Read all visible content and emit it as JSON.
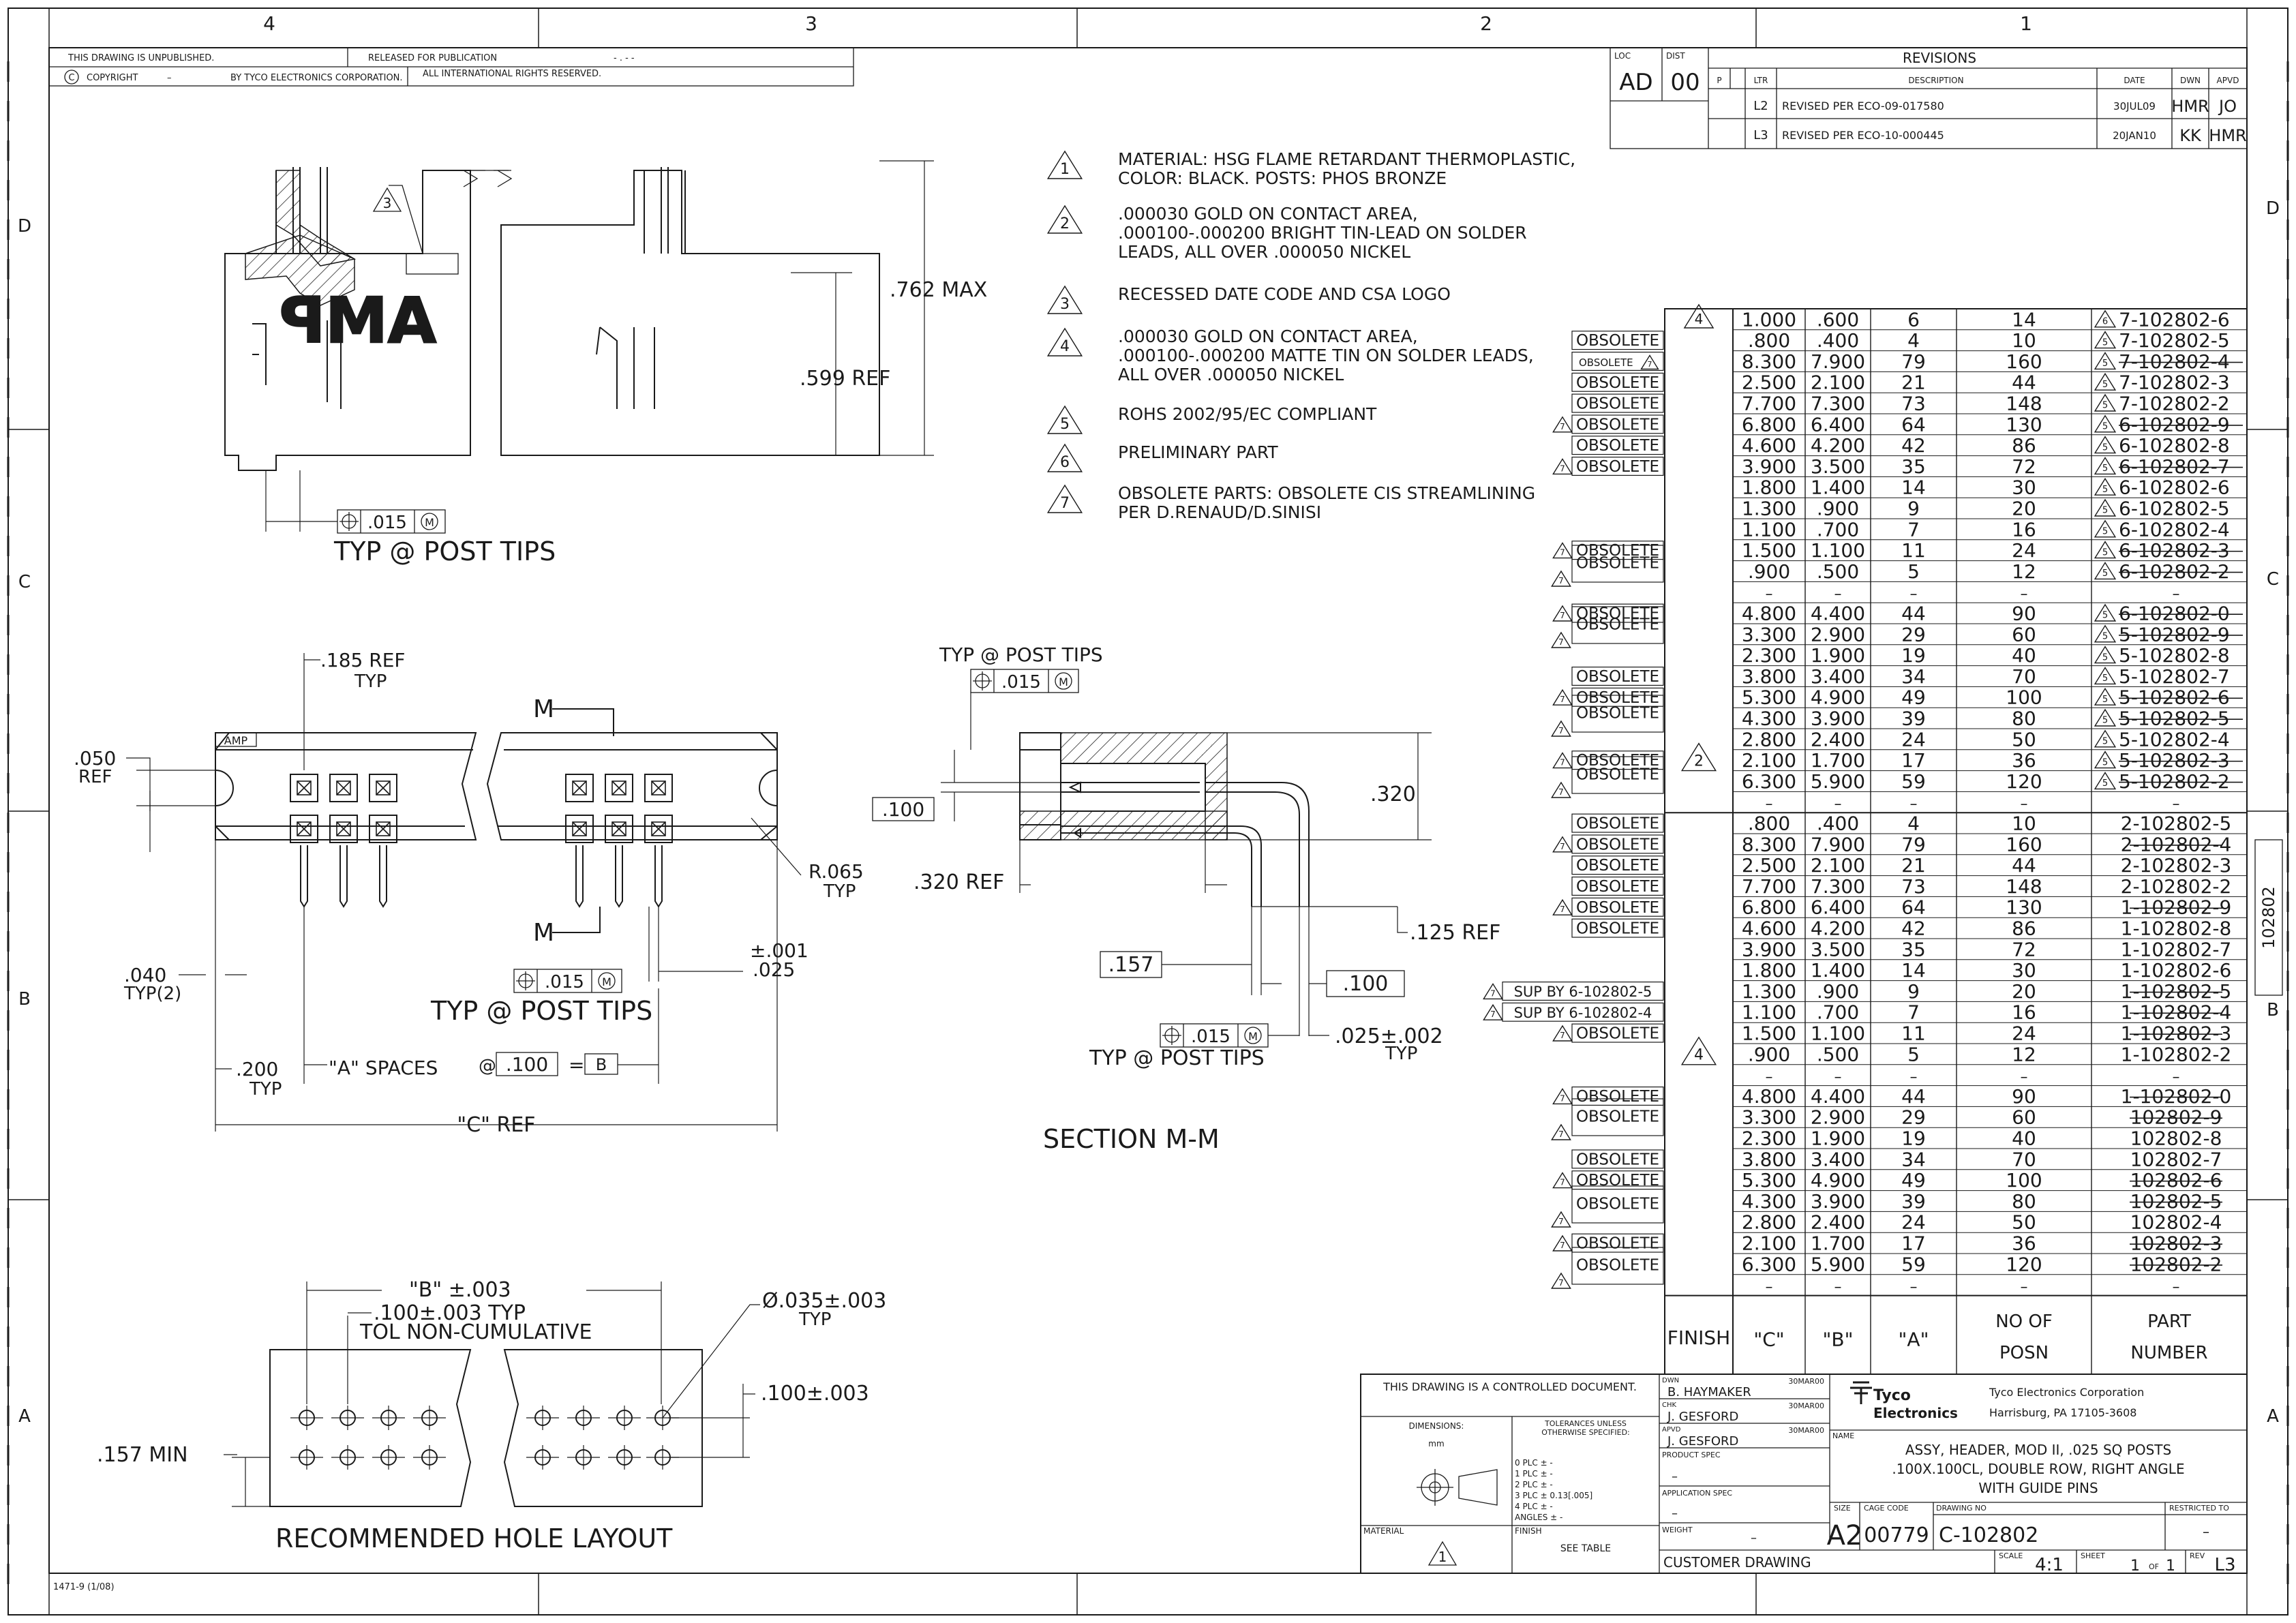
{
  "border": {
    "zones_top": [
      "4",
      "3",
      "2",
      "1"
    ],
    "zones_side": [
      "D",
      "C",
      "B",
      "A"
    ]
  },
  "header": {
    "unpublished": "THIS DRAWING IS UNPUBLISHED.",
    "released": "RELEASED FOR PUBLICATION",
    "released_value": "- . -  -",
    "copyright": "COPYRIGHT",
    "copyright_dash": "–",
    "by": "BY TYCO ELECTRONICS CORPORATION.",
    "rights": "ALL INTERNATIONAL RIGHTS RESERVED.",
    "copyright_symbol": "C"
  },
  "revisions": {
    "loc_label": "LOC",
    "loc": "AD",
    "dist_label": "DIST",
    "dist": "00",
    "title": "REVISIONS",
    "p_label": "P",
    "ltr_label": "LTR",
    "desc_label": "DESCRIPTION",
    "date_label": "DATE",
    "dwn_label": "DWN",
    "apvd_label": "APVD",
    "rows": [
      {
        "ltr": "L2",
        "desc": "REVISED PER ECO-09-017580",
        "date": "30JUL09",
        "dwn": "HMR",
        "apvd": "JO"
      },
      {
        "ltr": "L3",
        "desc": "REVISED PER ECO-10-000445",
        "date": "20JAN10",
        "dwn": "KK",
        "apvd": "HMR"
      }
    ]
  },
  "notes": [
    {
      "num": "1",
      "lines": [
        "MATERIAL: HSG FLAME RETARDANT THERMOPLASTIC,",
        "COLOR: BLACK. POSTS: PHOS BRONZE"
      ]
    },
    {
      "num": "2",
      "lines": [
        ".000030 GOLD ON CONTACT AREA,",
        ".000100-.000200 BRIGHT TIN-LEAD ON SOLDER",
        "LEADS, ALL OVER .000050 NICKEL"
      ]
    },
    {
      "num": "3",
      "lines": [
        "RECESSED DATE CODE AND CSA LOGO"
      ]
    },
    {
      "num": "4",
      "lines": [
        ".000030 GOLD ON CONTACT AREA,",
        ".000100-.000200 MATTE TIN ON SOLDER LEADS,",
        "ALL OVER .000050 NICKEL"
      ]
    },
    {
      "num": "5",
      "lines": [
        "ROHS 2002/95/EC COMPLIANT"
      ]
    },
    {
      "num": "6",
      "lines": [
        "PRELIMINARY PART"
      ]
    },
    {
      "num": "7",
      "lines": [
        "OBSOLETE PARTS: OBSOLETE CIS STREAMLINING",
        "PER D.RENAUD/D.SINISI"
      ]
    }
  ],
  "views": {
    "logo": "AMP",
    "tol_015": ".015",
    "m_symbol": "M",
    "typ_post_tips": "TYP @ POST TIPS",
    "dim_762": ".762 MAX",
    "dim_599": ".599 REF",
    "dim_185": ".185 REF",
    "typ": "TYP",
    "dim_050": ".050",
    "ref": "REF",
    "dim_r065": "R.065",
    "dim_040": ".040",
    "typ2": "TYP(2)",
    "dim_001": "±.001",
    "dim_025": ".025",
    "dim_200": ".200",
    "a_spaces": "\"A\" SPACES",
    "at": "@",
    "dim_100": ".100",
    "equals": "=",
    "b_box": "B",
    "c_ref": "\"C\" REF",
    "m_label": "M",
    "dim_100box": ".100",
    "dim_320": ".320",
    "dim_320ref": ".320 REF",
    "dim_125ref": ".125 REF",
    "dim_157box": ".157",
    "dim_100b": ".100",
    "dim_025_002": ".025±.002",
    "section": "SECTION M-M",
    "b_003": "\"B\"  ±.003",
    "dim_100_003_typ": ".100±.003 TYP",
    "tol_noncum": "TOL NON-CUMULATIVE",
    "dia_035": "Ø.035±.003",
    "dim_100_003": ".100±.003",
    "dim_157min": ".157 MIN",
    "recommended": "RECOMMENDED HOLE LAYOUT"
  },
  "table": {
    "obsolete": "OBSOLETE",
    "dash": "–",
    "flag_4": "4",
    "flag_2": "2",
    "flag_5": "5",
    "flag_6": "6",
    "flag_7": "7",
    "headers": {
      "finish": "FINISH",
      "c": "\"C\"",
      "b": "\"B\"",
      "a": "\"A\"",
      "posn": "NO OF\nPOSN",
      "part": "PART\nNUMBER"
    },
    "group1": [
      {
        "c": "1.000",
        "b": ".600",
        "a": "6",
        "n": "14",
        "part": "7-102802-6",
        "flag": "6",
        "strike": false,
        "side": ""
      },
      {
        "c": ".800",
        "b": ".400",
        "a": "4",
        "n": "10",
        "part": "7-102802-5",
        "flag": "5",
        "strike": false,
        "side": "OBSOLETE"
      },
      {
        "c": "8.300",
        "b": "7.900",
        "a": "79",
        "n": "160",
        "part": "7-102802-4",
        "flag": "5",
        "strike": true,
        "side": "OBSOLETE 7"
      },
      {
        "c": "2.500",
        "b": "2.100",
        "a": "21",
        "n": "44",
        "part": "7-102802-3",
        "flag": "5",
        "strike": false,
        "side": "OBSOLETE"
      },
      {
        "c": "7.700",
        "b": "7.300",
        "a": "73",
        "n": "148",
        "part": "7-102802-2",
        "flag": "5",
        "strike": false,
        "side": "OBSOLETE"
      },
      {
        "c": "6.800",
        "b": "6.400",
        "a": "64",
        "n": "130",
        "part": "6-102802-9",
        "flag": "5",
        "strike": true,
        "side": "7OBSOLETE"
      },
      {
        "c": "4.600",
        "b": "4.200",
        "a": "42",
        "n": "86",
        "part": "6-102802-8",
        "flag": "5",
        "strike": false,
        "side": "OBSOLETE"
      },
      {
        "c": "3.900",
        "b": "3.500",
        "a": "35",
        "n": "72",
        "part": "6-102802-7",
        "flag": "5",
        "strike": true,
        "side": "7OBSOLETE"
      },
      {
        "c": "1.800",
        "b": "1.400",
        "a": "14",
        "n": "30",
        "part": "6-102802-6",
        "flag": "5",
        "strike": false,
        "side": ""
      },
      {
        "c": "1.300",
        "b": ".900",
        "a": "9",
        "n": "20",
        "part": "6-102802-5",
        "flag": "5",
        "strike": false,
        "side": ""
      },
      {
        "c": "1.100",
        "b": ".700",
        "a": "7",
        "n": "16",
        "part": "6-102802-4",
        "flag": "5",
        "strike": false,
        "side": ""
      },
      {
        "c": "1.500",
        "b": "1.100",
        "a": "11",
        "n": "24",
        "part": "6-102802-3",
        "flag": "5",
        "strike": true,
        "side": "7OBSOLETE"
      },
      {
        "c": ".900",
        "b": ".500",
        "a": "5",
        "n": "12",
        "part": "6-102802-2",
        "flag": "5",
        "strike": true,
        "side": ""
      },
      {
        "c": "–",
        "b": "–",
        "a": "–",
        "n": "–",
        "part": "–",
        "flag": "",
        "strike": false,
        "side": ""
      },
      {
        "c": "4.800",
        "b": "4.400",
        "a": "44",
        "n": "90",
        "part": "6-102802-0",
        "flag": "5",
        "strike": true,
        "side": "7OBSOLETE"
      },
      {
        "c": "3.300",
        "b": "2.900",
        "a": "29",
        "n": "60",
        "part": "5-102802-9",
        "flag": "5",
        "strike": true,
        "side": ""
      },
      {
        "c": "2.300",
        "b": "1.900",
        "a": "19",
        "n": "40",
        "part": "5-102802-8",
        "flag": "5",
        "strike": false,
        "side": ""
      },
      {
        "c": "3.800",
        "b": "3.400",
        "a": "34",
        "n": "70",
        "part": "5-102802-7",
        "flag": "5",
        "strike": false,
        "side": "OBSOLETE"
      },
      {
        "c": "5.300",
        "b": "4.900",
        "a": "49",
        "n": "100",
        "part": "5-102802-6",
        "flag": "5",
        "strike": true,
        "side": "7OBSOLETE"
      },
      {
        "c": "4.300",
        "b": "3.900",
        "a": "39",
        "n": "80",
        "part": "5-102802-5",
        "flag": "5",
        "strike": true,
        "side": ""
      },
      {
        "c": "2.800",
        "b": "2.400",
        "a": "24",
        "n": "50",
        "part": "5-102802-4",
        "flag": "5",
        "strike": false,
        "side": ""
      },
      {
        "c": "2.100",
        "b": "1.700",
        "a": "17",
        "n": "36",
        "part": "5-102802-3",
        "flag": "5",
        "strike": true,
        "side": "7OBSOLETE"
      },
      {
        "c": "6.300",
        "b": "5.900",
        "a": "59",
        "n": "120",
        "part": "5-102802-2",
        "flag": "5",
        "strike": true,
        "side": ""
      },
      {
        "c": "–",
        "b": "–",
        "a": "–",
        "n": "–",
        "part": "–",
        "flag": "",
        "strike": false,
        "side": ""
      }
    ],
    "group2": [
      {
        "c": ".800",
        "b": ".400",
        "a": "4",
        "n": "10",
        "part": "2-102802-5",
        "strike": false,
        "side": "OBSOLETE"
      },
      {
        "c": "8.300",
        "b": "7.900",
        "a": "79",
        "n": "160",
        "part": "2-102802-4",
        "strike": true,
        "side": "7OBSOLETE"
      },
      {
        "c": "2.500",
        "b": "2.100",
        "a": "21",
        "n": "44",
        "part": "2-102802-3",
        "strike": false,
        "side": "OBSOLETE"
      },
      {
        "c": "7.700",
        "b": "7.300",
        "a": "73",
        "n": "148",
        "part": "2-102802-2",
        "strike": false,
        "side": "OBSOLETE"
      },
      {
        "c": "6.800",
        "b": "6.400",
        "a": "64",
        "n": "130",
        "part": "1-102802-9",
        "strike": true,
        "side": "7OBSOLETE"
      },
      {
        "c": "4.600",
        "b": "4.200",
        "a": "42",
        "n": "86",
        "part": "1-102802-8",
        "strike": false,
        "side": "OBSOLETE"
      },
      {
        "c": "3.900",
        "b": "3.500",
        "a": "35",
        "n": "72",
        "part": "1-102802-7",
        "strike": false,
        "side": ""
      },
      {
        "c": "1.800",
        "b": "1.400",
        "a": "14",
        "n": "30",
        "part": "1-102802-6",
        "strike": false,
        "side": ""
      },
      {
        "c": "1.300",
        "b": ".900",
        "a": "9",
        "n": "20",
        "part": "1-102802-5",
        "strike": true,
        "side": "7SUP BY 6-102802-5"
      },
      {
        "c": "1.100",
        "b": ".700",
        "a": "7",
        "n": "16",
        "part": "1-102802-4",
        "strike": true,
        "side": "7SUP BY 6-102802-4"
      },
      {
        "c": "1.500",
        "b": "1.100",
        "a": "11",
        "n": "24",
        "part": "1-102802-3",
        "strike": true,
        "side": "7OBSOLETE"
      },
      {
        "c": ".900",
        "b": ".500",
        "a": "5",
        "n": "12",
        "part": "1-102802-2",
        "strike": false,
        "side": ""
      },
      {
        "c": "–",
        "b": "–",
        "a": "–",
        "n": "–",
        "part": "–",
        "strike": false,
        "side": ""
      },
      {
        "c": "4.800",
        "b": "4.400",
        "a": "44",
        "n": "90",
        "part": "1-102802-0",
        "strike": true,
        "side": "7OBSOLETE"
      },
      {
        "c": "3.300",
        "b": "2.900",
        "a": "29",
        "n": "60",
        "part": "102802-9",
        "strike": true,
        "side": ""
      },
      {
        "c": "2.300",
        "b": "1.900",
        "a": "19",
        "n": "40",
        "part": "102802-8",
        "strike": false,
        "side": ""
      },
      {
        "c": "3.800",
        "b": "3.400",
        "a": "34",
        "n": "70",
        "part": "102802-7",
        "strike": false,
        "side": "OBSOLETE"
      },
      {
        "c": "5.300",
        "b": "4.900",
        "a": "49",
        "n": "100",
        "part": "102802-6",
        "strike": true,
        "side": "7OBSOLETE"
      },
      {
        "c": "4.300",
        "b": "3.900",
        "a": "39",
        "n": "80",
        "part": "102802-5",
        "strike": true,
        "side": ""
      },
      {
        "c": "2.800",
        "b": "2.400",
        "a": "24",
        "n": "50",
        "part": "102802-4",
        "strike": false,
        "side": ""
      },
      {
        "c": "2.100",
        "b": "1.700",
        "a": "17",
        "n": "36",
        "part": "102802-3",
        "strike": true,
        "side": "7OBSOLETE"
      },
      {
        "c": "6.300",
        "b": "5.900",
        "a": "59",
        "n": "120",
        "part": "102802-2",
        "strike": true,
        "side": ""
      },
      {
        "c": "–",
        "b": "–",
        "a": "–",
        "n": "–",
        "part": "–",
        "strike": false,
        "side": ""
      }
    ]
  },
  "title_block": {
    "controlled": "THIS DRAWING IS A CONTROLLED DOCUMENT.",
    "dimensions": "DIMENSIONS:",
    "units": "mm",
    "tolerances": "TOLERANCES UNLESS\nOTHERWISE SPECIFIED:",
    "tol_rows": [
      "0 PLC     ± -",
      "1 PLC     ± -",
      "2 PLC     ± -",
      "3 PLC     ±  0.13[.005]",
      "4 PLC     ± -",
      "ANGLES           ± -"
    ],
    "material": "MATERIAL",
    "finish": "FINISH",
    "see_table": "SEE TABLE",
    "material_flag": "1",
    "dwn_label": "DWN",
    "dwn": "B. HAYMAKER",
    "dwn_date": "30MAR00",
    "chk_label": "CHK",
    "chk": "J. GESFORD",
    "chk_date": "30MAR00",
    "apvd_label": "APVD",
    "apvd": "J. GESFORD",
    "apvd_date": "30MAR00",
    "product_spec": "PRODUCT SPEC",
    "application_spec": "APPLICATION SPEC",
    "weight": "WEIGHT",
    "dash": "–",
    "company": "Tyco Electronics Corporation",
    "city": "Harrisburg, PA 17105-3608",
    "logo_1": "Tyco",
    "logo_2": "Electronics",
    "name_label": "NAME",
    "name_lines": [
      "ASSY, HEADER, MOD II, .025 SQ POSTS",
      ".100X.100CL, DOUBLE ROW, RIGHT ANGLE",
      "WITH GUIDE PINS"
    ],
    "size_label": "SIZE",
    "size": "A2",
    "cage_label": "CAGE CODE",
    "cage": "00779",
    "dwg_label": "DRAWING NO",
    "dwg": "C-102802",
    "restricted": "RESTRICTED TO",
    "customer": "CUSTOMER DRAWING",
    "scale_label": "SCALE",
    "scale": "4:1",
    "sheet_label": "SHEET",
    "sheet": "1",
    "of": "OF",
    "sheets": "1",
    "rev_label": "REV",
    "rev": "L3",
    "side_dwg": "102802",
    "form": "1471-9  (1/08)"
  }
}
